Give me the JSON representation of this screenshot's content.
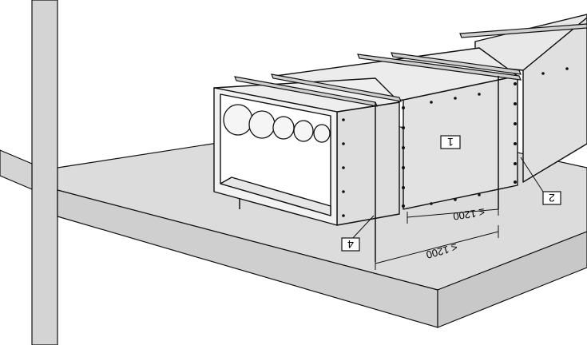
{
  "callouts": [
    {
      "id": "label-1",
      "text": "1"
    },
    {
      "id": "label-2",
      "text": "2"
    },
    {
      "id": "label-4",
      "text": "4"
    }
  ],
  "dimensions": [
    {
      "id": "dim-upper",
      "text": "≤ 1200"
    },
    {
      "id": "dim-lower",
      "text": "≤ 1200"
    }
  ],
  "colors": {
    "structure": "#d4d4d4",
    "duct": "#e2e2e2",
    "outline": "#111111"
  }
}
